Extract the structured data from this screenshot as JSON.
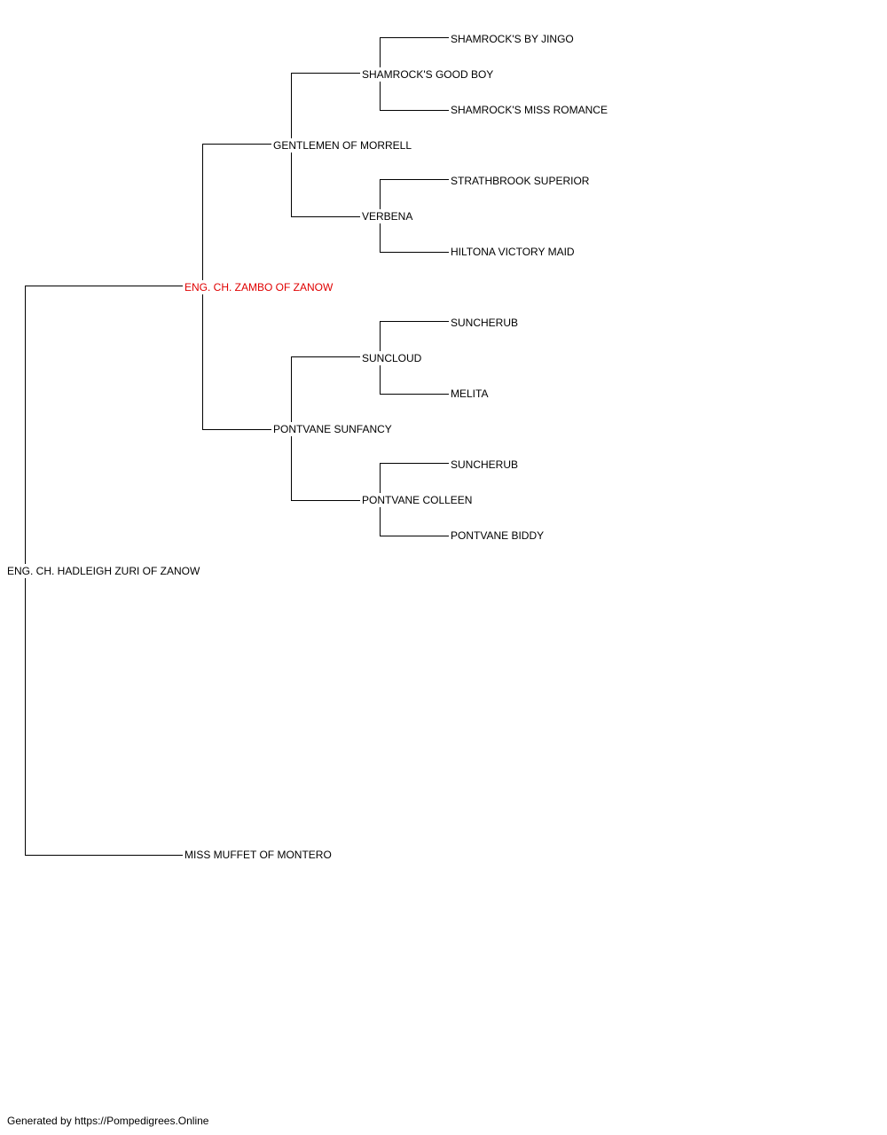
{
  "pedigree": {
    "subject": "ENG. CH. HADLEIGH ZURI OF ZANOW",
    "sire": "ENG. CH. ZAMBO OF ZANOW",
    "dam": "MISS MUFFET OF MONTERO",
    "sire_sire": "GENTLEMEN OF MORRELL",
    "sire_dam": "PONTVANE SUNFANCY",
    "sire_sire_sire": "SHAMROCK'S GOOD BOY",
    "sire_sire_dam": "VERBENA",
    "sire_dam_sire": "SUNCLOUD",
    "sire_dam_dam": "PONTVANE COLLEEN",
    "sire_sire_sire_sire": "SHAMROCK'S BY JINGO",
    "sire_sire_sire_dam": "SHAMROCK'S MISS ROMANCE",
    "sire_sire_dam_sire": "STRATHBROOK SUPERIOR",
    "sire_sire_dam_dam": "HILTONA VICTORY MAID",
    "sire_dam_sire_sire": "SUNCHERUB",
    "sire_dam_sire_dam": "MELITA",
    "sire_dam_dam_sire": "SUNCHERUB",
    "sire_dam_dam_dam": "PONTVANE BIDDY"
  },
  "highlight_color": "#e00000",
  "footer": "Generated by https://Pompedigrees.Online"
}
